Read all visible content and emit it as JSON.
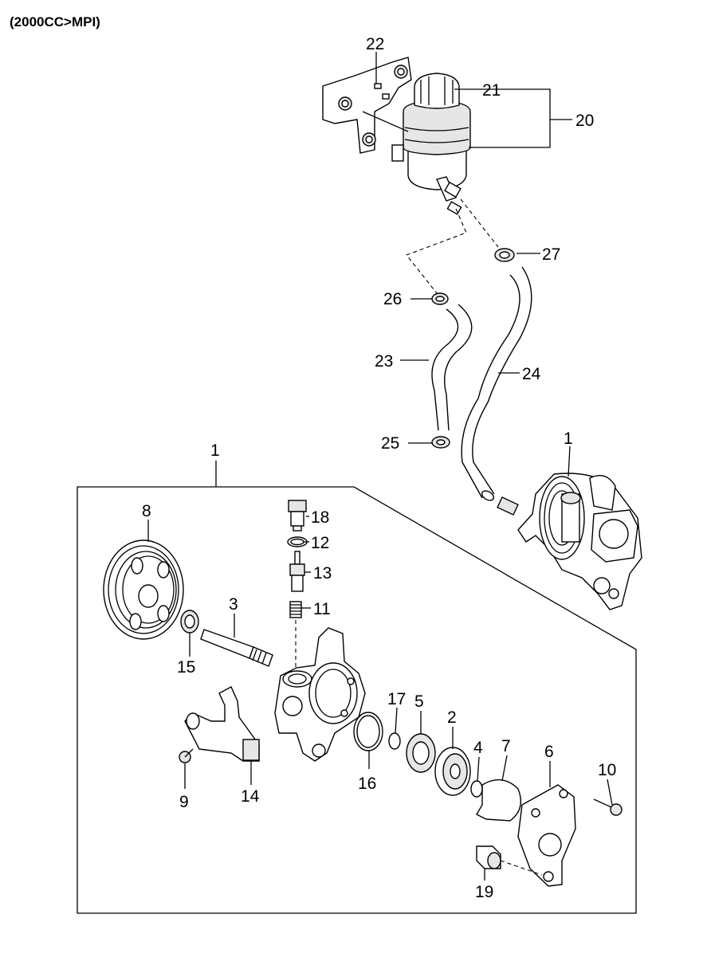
{
  "title": "(2000CC>MPI)",
  "callouts": {
    "c1_top": "1",
    "c1_right": "1",
    "c2": "2",
    "c3": "3",
    "c4": "4",
    "c5": "5",
    "c6": "6",
    "c7": "7",
    "c8": "8",
    "c9": "9",
    "c10": "10",
    "c11": "11",
    "c12": "12",
    "c13": "13",
    "c14": "14",
    "c15": "15",
    "c16": "16",
    "c17": "17",
    "c18": "18",
    "c19": "19",
    "c20": "20",
    "c21": "21",
    "c22": "22",
    "c23": "23",
    "c24": "24",
    "c25": "25",
    "c26": "26",
    "c27": "27"
  }
}
